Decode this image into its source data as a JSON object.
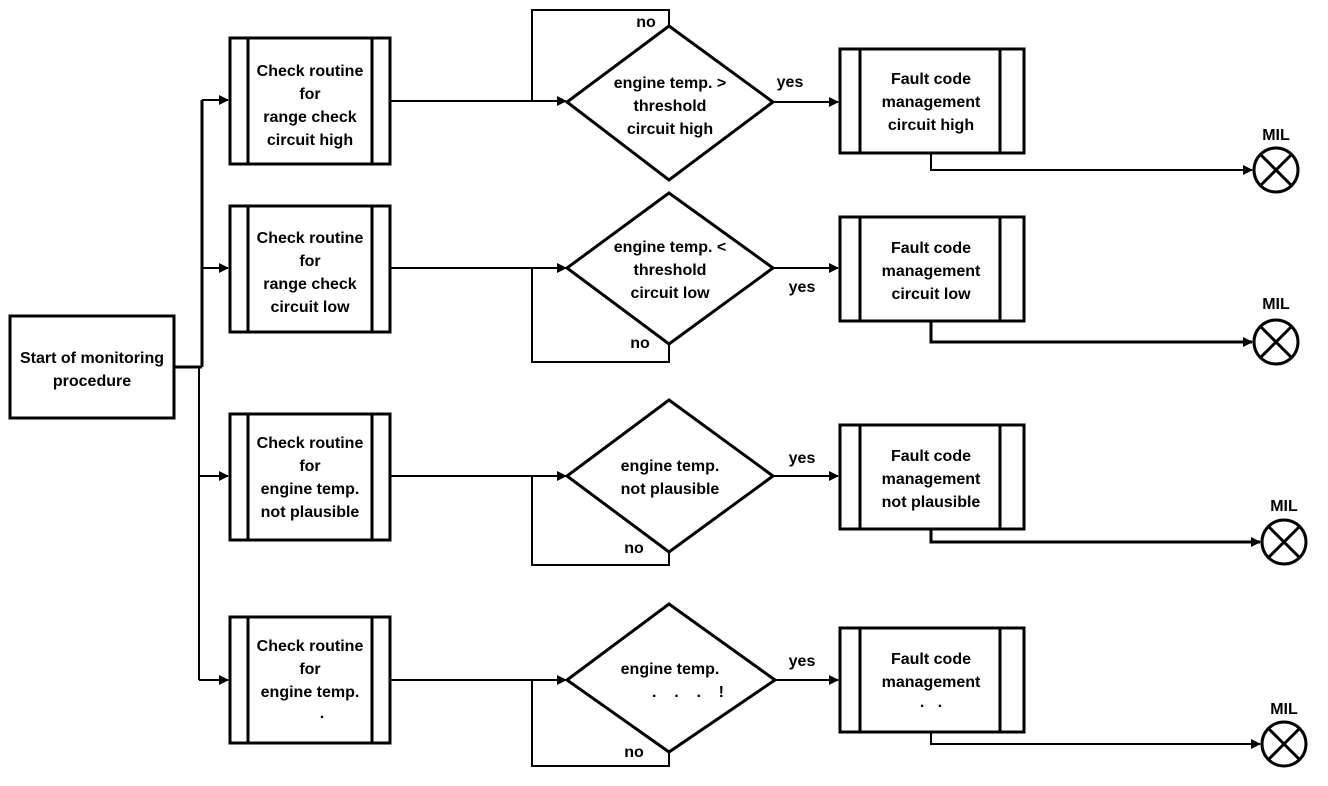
{
  "start": {
    "lines": [
      "Start of monitoring",
      "procedure"
    ]
  },
  "rows": [
    {
      "check": [
        "Check routine",
        "for",
        "range check",
        "circuit high"
      ],
      "decision": [
        "engine temp. >",
        "threshold",
        "circuit high"
      ],
      "fault": [
        "Fault code",
        "management",
        "circuit high"
      ],
      "yes": "yes",
      "no": "no",
      "mil": "MIL"
    },
    {
      "check": [
        "Check routine",
        "for",
        "range check",
        "circuit low"
      ],
      "decision": [
        "engine temp. <",
        "threshold",
        "circuit low"
      ],
      "fault": [
        "Fault code",
        "management",
        "circuit low"
      ],
      "yes": "yes",
      "no": "no",
      "mil": "MIL"
    },
    {
      "check": [
        "Check routine",
        "for",
        "engine temp.",
        "not plausible"
      ],
      "decision": [
        "engine temp.",
        "not plausible"
      ],
      "fault": [
        "Fault code",
        "management",
        "not plausible"
      ],
      "yes": "yes",
      "no": "no",
      "mil": "MIL"
    },
    {
      "check": [
        "Check routine",
        "for",
        "engine temp.",
        "."
      ],
      "decision": [
        "engine temp.",
        ".    .    .    !"
      ],
      "fault": [
        "Fault code",
        "management",
        ".   ."
      ],
      "yes": "yes",
      "no": "no",
      "mil": "MIL"
    }
  ]
}
